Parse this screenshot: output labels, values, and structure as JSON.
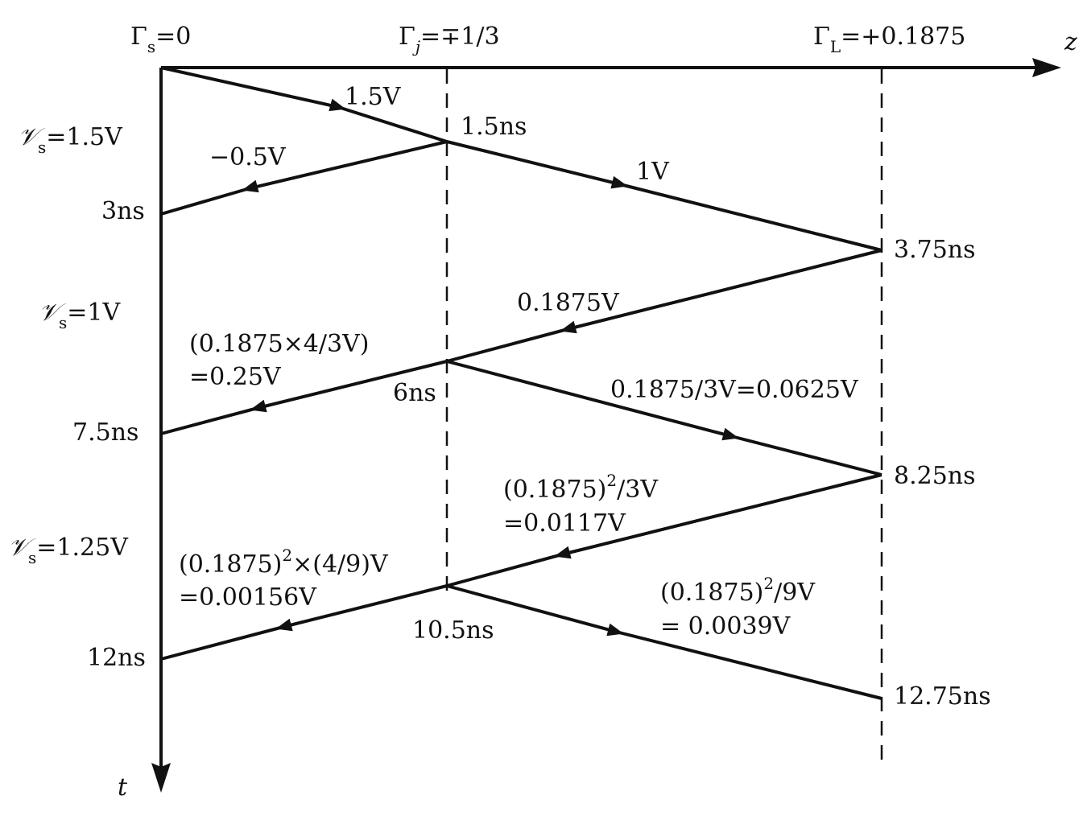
{
  "axes": {
    "z_label": "z",
    "t_label": "t"
  },
  "reflection": {
    "source_symbol": "Γ",
    "source_sub": "s",
    "source_value": "=0",
    "junction_symbol": "Γ",
    "junction_sub": "j",
    "junction_value": "=∓1/3",
    "load_symbol": "Γ",
    "load_sub": "L",
    "load_value": "=+0.1875"
  },
  "source_voltages": [
    {
      "symbol": "𝒱",
      "sub": "s",
      "value": "=1.5V"
    },
    {
      "symbol": "𝒱",
      "sub": "s",
      "value": "=1V"
    },
    {
      "symbol": "𝒱",
      "sub": "s",
      "value": "=1.25V"
    }
  ],
  "times": {
    "t_1_5": "1.5ns",
    "t_3": "3ns",
    "t_3_75": "3.75ns",
    "t_6": "6ns",
    "t_7_5": "7.5ns",
    "t_8_25": "8.25ns",
    "t_10_5": "10.5ns",
    "t_12": "12ns",
    "t_12_75": "12.75ns"
  },
  "waves": {
    "w1": "1.5V",
    "w2": "−0.5V",
    "w3": "1V",
    "w4": "0.1875V",
    "w5_line1": "(0.1875×4/3V)",
    "w5_line2": "=0.25V",
    "w6": "0.1875/3V=0.0625V",
    "w7_line1_a": "(0.1875)",
    "w7_line1_sup": "2",
    "w7_line1_b": "/3V",
    "w7_line2": "=0.0117V",
    "w8_line1_a": "(0.1875)",
    "w8_line1_sup": "2",
    "w8_line1_b": "×(4/9)V",
    "w8_line2": "=0.00156V",
    "w9_line1_a": "(0.1875)",
    "w9_line1_sup": "2",
    "w9_line1_b": "/9V",
    "w9_line2": "= 0.0039V"
  }
}
